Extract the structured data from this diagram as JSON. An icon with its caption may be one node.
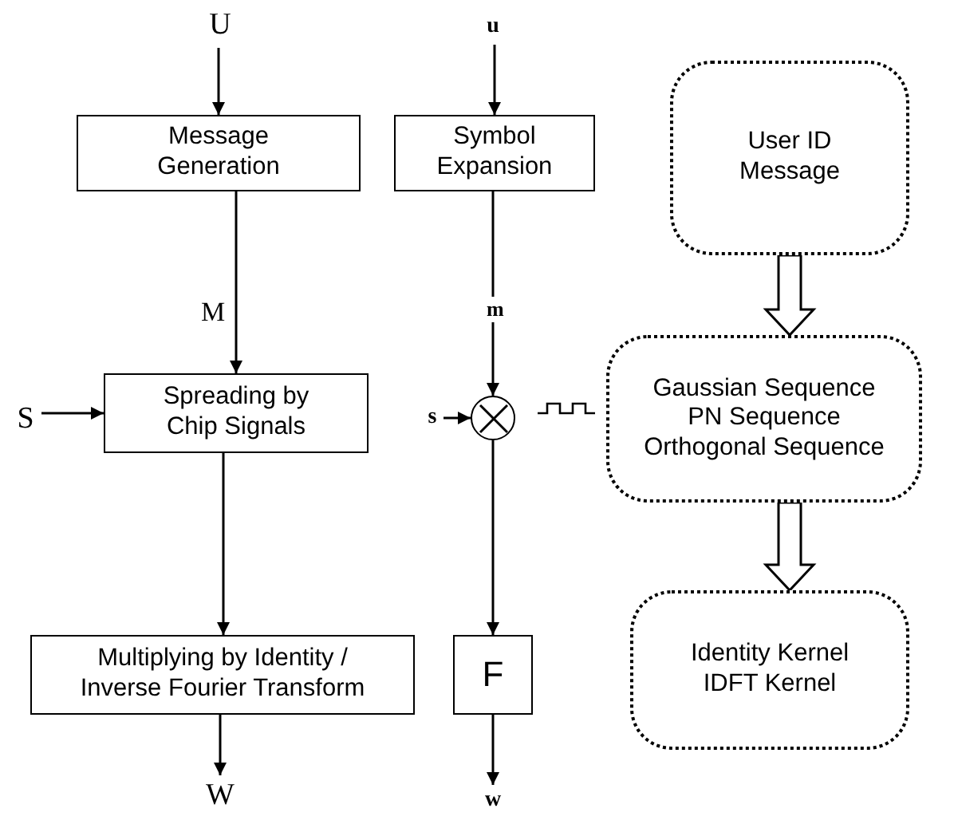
{
  "diagram": {
    "nodes": [
      {
        "text": [
          "U"
        ]
      },
      {
        "text": [
          "Message Generation"
        ]
      },
      {
        "text": [
          "Spreading by Chip Signals"
        ]
      },
      {
        "text": [
          "S"
        ]
      },
      {
        "text": [
          "Multiplying by Identity / Inverse Fourier Transform"
        ]
      },
      {
        "text": [
          "W"
        ]
      },
      {
        "text": [
          "u"
        ]
      },
      {
        "text": [
          "Symbol Expansion"
        ]
      },
      {
        "text": [],
        "shape": "circle"
      },
      {
        "text": [
          "s"
        ]
      },
      {
        "text": [
          "F"
        ]
      },
      {
        "text": [
          "w"
        ]
      },
      {
        "text": [
          "User ID Message"
        ]
      },
      {
        "text": [
          "Gaussian Sequence",
          "PN Sequence",
          "Orthogonal Sequence"
        ]
      },
      {
        "text": [
          "Identity Kernel",
          "IDFT Kernel"
        ]
      }
    ],
    "edges": [
      {
        "from": 0,
        "to": 1,
        "arrow": "to"
      },
      {
        "from": 1,
        "to": 2,
        "arrow": "to",
        "label": "M"
      },
      {
        "from": 3,
        "to": 2,
        "arrow": "to"
      },
      {
        "from": 2,
        "to": 4,
        "arrow": "to"
      },
      {
        "from": 4,
        "to": 5,
        "arrow": "to"
      },
      {
        "from": 6,
        "to": 7,
        "arrow": "to"
      },
      {
        "from": 7,
        "to": 8,
        "arrow": "to",
        "label": "m"
      },
      {
        "from": 9,
        "to": 8,
        "arrow": "to"
      },
      {
        "from": 8,
        "to": 10,
        "arrow": "to"
      },
      {
        "from": 10,
        "to": 11,
        "arrow": "to"
      },
      {
        "from": 12,
        "to": 13,
        "arrow": "to",
        "style": "thick"
      },
      {
        "from": 13,
        "to": 14,
        "arrow": "to",
        "style": "thick"
      }
    ]
  }
}
